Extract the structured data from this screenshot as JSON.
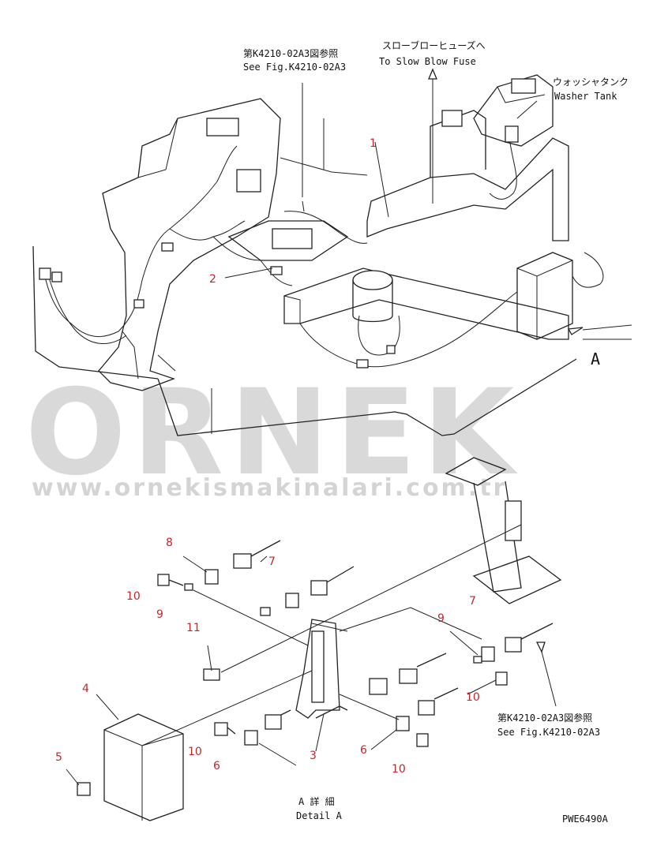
{
  "watermark": {
    "brand": "ORNEK",
    "url": "www.ornekismakinalari.com.tr"
  },
  "notes": {
    "ref_top_jp": "第K4210-02A3図参照",
    "ref_top_en": "See Fig.K4210-02A3",
    "fuse_jp": "スローブローヒューズへ",
    "fuse_en": "To Slow Blow Fuse",
    "washer_jp": "ウォッシャタンク",
    "washer_en": "Washer Tank",
    "view_a": "A",
    "ref_bottom_jp": "第K4210-02A3図参照",
    "ref_bottom_en": "See Fig.K4210-02A3",
    "detail_jp": "A 詳 細",
    "detail_en": "Detail A",
    "drawing_no": "PWE6490A"
  },
  "callouts": [
    "1",
    "2",
    "8",
    "7",
    "10",
    "9",
    "11",
    "4",
    "5",
    "10",
    "6",
    "3",
    "9",
    "7",
    "10",
    "6",
    "10"
  ],
  "colors": {
    "callout": "#c0282d",
    "line": "#222222",
    "watermark": "#d9d9d9"
  }
}
